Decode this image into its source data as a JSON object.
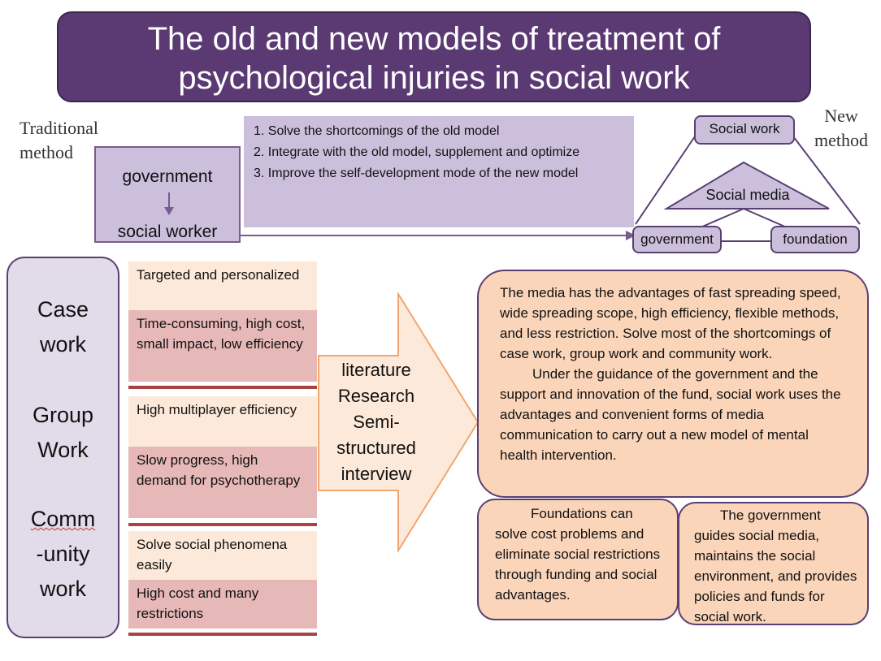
{
  "title": "The old and new models of treatment of psychological injuries in social work",
  "traditional_label": "Traditional method",
  "new_label": "New method",
  "goals": [
    "1. Solve the shortcomings of the old model",
    "2. Integrate with the old model, supplement and optimize",
    "3. Improve the self-development  mode of the new model"
  ],
  "traditional_flow": {
    "top": "government",
    "bottom": "social worker"
  },
  "new_model": {
    "social_work": "Social work",
    "social_media": "Social  media",
    "government": "government",
    "foundation": "foundation"
  },
  "categories": [
    "Case work",
    "Group Work",
    "Comm -unity work"
  ],
  "category_lines": [
    [
      "Case",
      "work"
    ],
    [
      "Group",
      "Work"
    ],
    [
      "Comm",
      "-unity",
      "work"
    ]
  ],
  "attributes": [
    {
      "pro": "Targeted and personalized",
      "con": "Time-consuming,  high cost, small impact, low efficiency"
    },
    {
      "pro": "High multiplayer efficiency",
      "con": "Slow progress, high demand for psychotherapy"
    },
    {
      "pro": "Solve social phenomena  easily",
      "con": "High cost and many restrictions"
    }
  ],
  "methods": [
    "literature",
    "Research",
    "Semi-",
    "structured",
    "interview"
  ],
  "media_paragraphs": [
    "The media has the advantages of fast spreading speed, wide spreading scope, high efficiency, flexible methods, and less restriction. Solve most of the shortcomings of case work, group work and community work.",
    "Under the guidance of the government and the support  and innovation of the fund, social work uses the advantages and convenient forms of media communication to carry out a new model of mental health intervention."
  ],
  "foundation_text": "Foundations  can solve cost problems and eliminate social restrictions through funding  and social advantages.",
  "government_text": "The government guides social media, maintains the social environment, and provides policies and funds for social work.",
  "colors": {
    "title_bg": "#5b3a73",
    "lavender": "#cbbfdc",
    "outline_purple": "#5a3f72",
    "pro_bg": "#fde9d9",
    "con_bg": "#e6b8b7",
    "peach": "#fad5ba"
  }
}
